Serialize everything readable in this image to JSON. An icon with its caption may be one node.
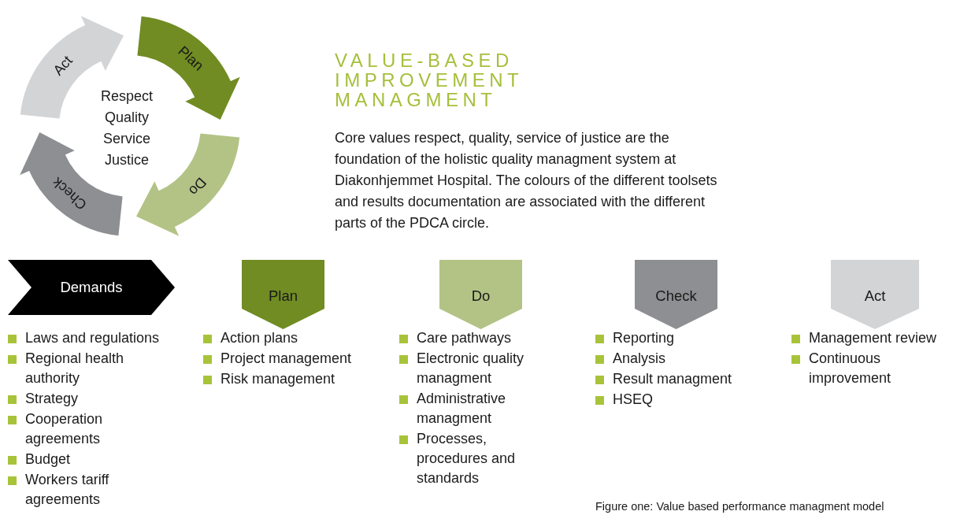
{
  "diagram": {
    "title": "VALUE-BASED IMPROVEMENT MANAGMENT",
    "caption": "Figure one: Value based performance managment model",
    "nodes": [
      {
        "text": [
          "Plan"
        ]
      },
      {
        "text": [
          "Do"
        ]
      },
      {
        "text": [
          "Check"
        ]
      },
      {
        "text": [
          "Act"
        ]
      },
      {
        "text": [
          "Demands"
        ]
      },
      {
        "text": [
          "Plan"
        ]
      },
      {
        "text": [
          "Do"
        ]
      },
      {
        "text": [
          "Check"
        ]
      },
      {
        "text": [
          "Act"
        ]
      }
    ],
    "labels": [
      "Respect Quality Service Justice",
      "Core values respect, quality, service of justice are the foundation of the holistic quality managment system at Diakonhjemmet Hospital. The colours of the different toolsets and results documentation are associated with the different parts of the PDCA circle.",
      "Laws and regulations",
      "Regional health authority",
      "Strategy",
      "Cooperation agreements",
      "Budget",
      "Workers tariff agreements",
      "Action plans",
      "Project management",
      "Risk management",
      "Care pathways",
      "Electronic quality managment",
      "Administrative managment",
      "Processes, procedures and standards",
      "Reporting",
      "Analysis",
      "Result managment",
      "HSEQ",
      "Management review",
      "Continuous improvement"
    ]
  }
}
